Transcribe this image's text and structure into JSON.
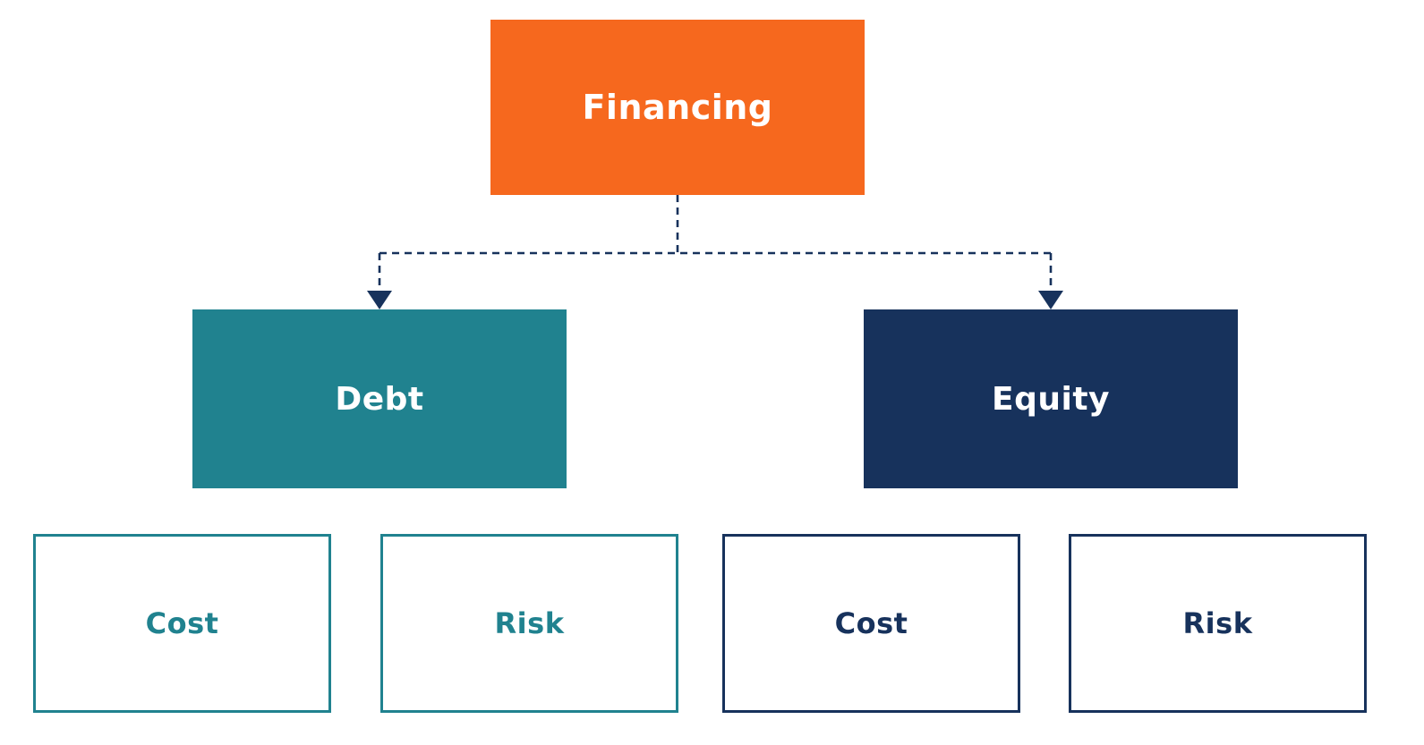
{
  "diagram": {
    "root": {
      "label": "Financing"
    },
    "branches": [
      {
        "label": "Debt",
        "children": [
          {
            "label": "Cost"
          },
          {
            "label": "Risk"
          }
        ]
      },
      {
        "label": "Equity",
        "children": [
          {
            "label": "Cost"
          },
          {
            "label": "Risk"
          }
        ]
      }
    ],
    "colors": {
      "root_bg": "#F6681E",
      "debt": "#20828F",
      "equity": "#17325C",
      "node_text": "#FFFFFF",
      "connector": "#17325C",
      "background": "#FFFFFF"
    }
  }
}
